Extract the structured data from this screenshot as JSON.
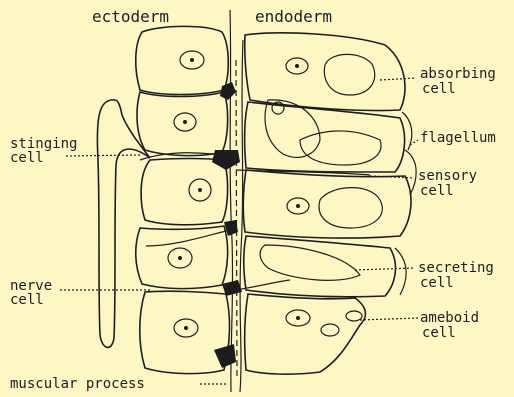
{
  "headers": {
    "ectoderm": "ectoderm",
    "endoderm": "endoderm"
  },
  "labels": {
    "absorbing_1": "absorbing",
    "absorbing_2": "cell",
    "flagellum": "flagellum",
    "sensory_1": "sensory",
    "sensory_2": "cell",
    "secreting_1": "secreting",
    "secreting_2": "cell",
    "ameboid_1": "ameboid",
    "ameboid_2": "cell",
    "stinging_1": "stinging",
    "stinging_2": "cell",
    "nerve_1": "nerve",
    "nerve_2": "cell",
    "muscular": "muscular process"
  },
  "colors": {
    "paper": "#fdf7c6",
    "ink": "#1f1f1f"
  }
}
